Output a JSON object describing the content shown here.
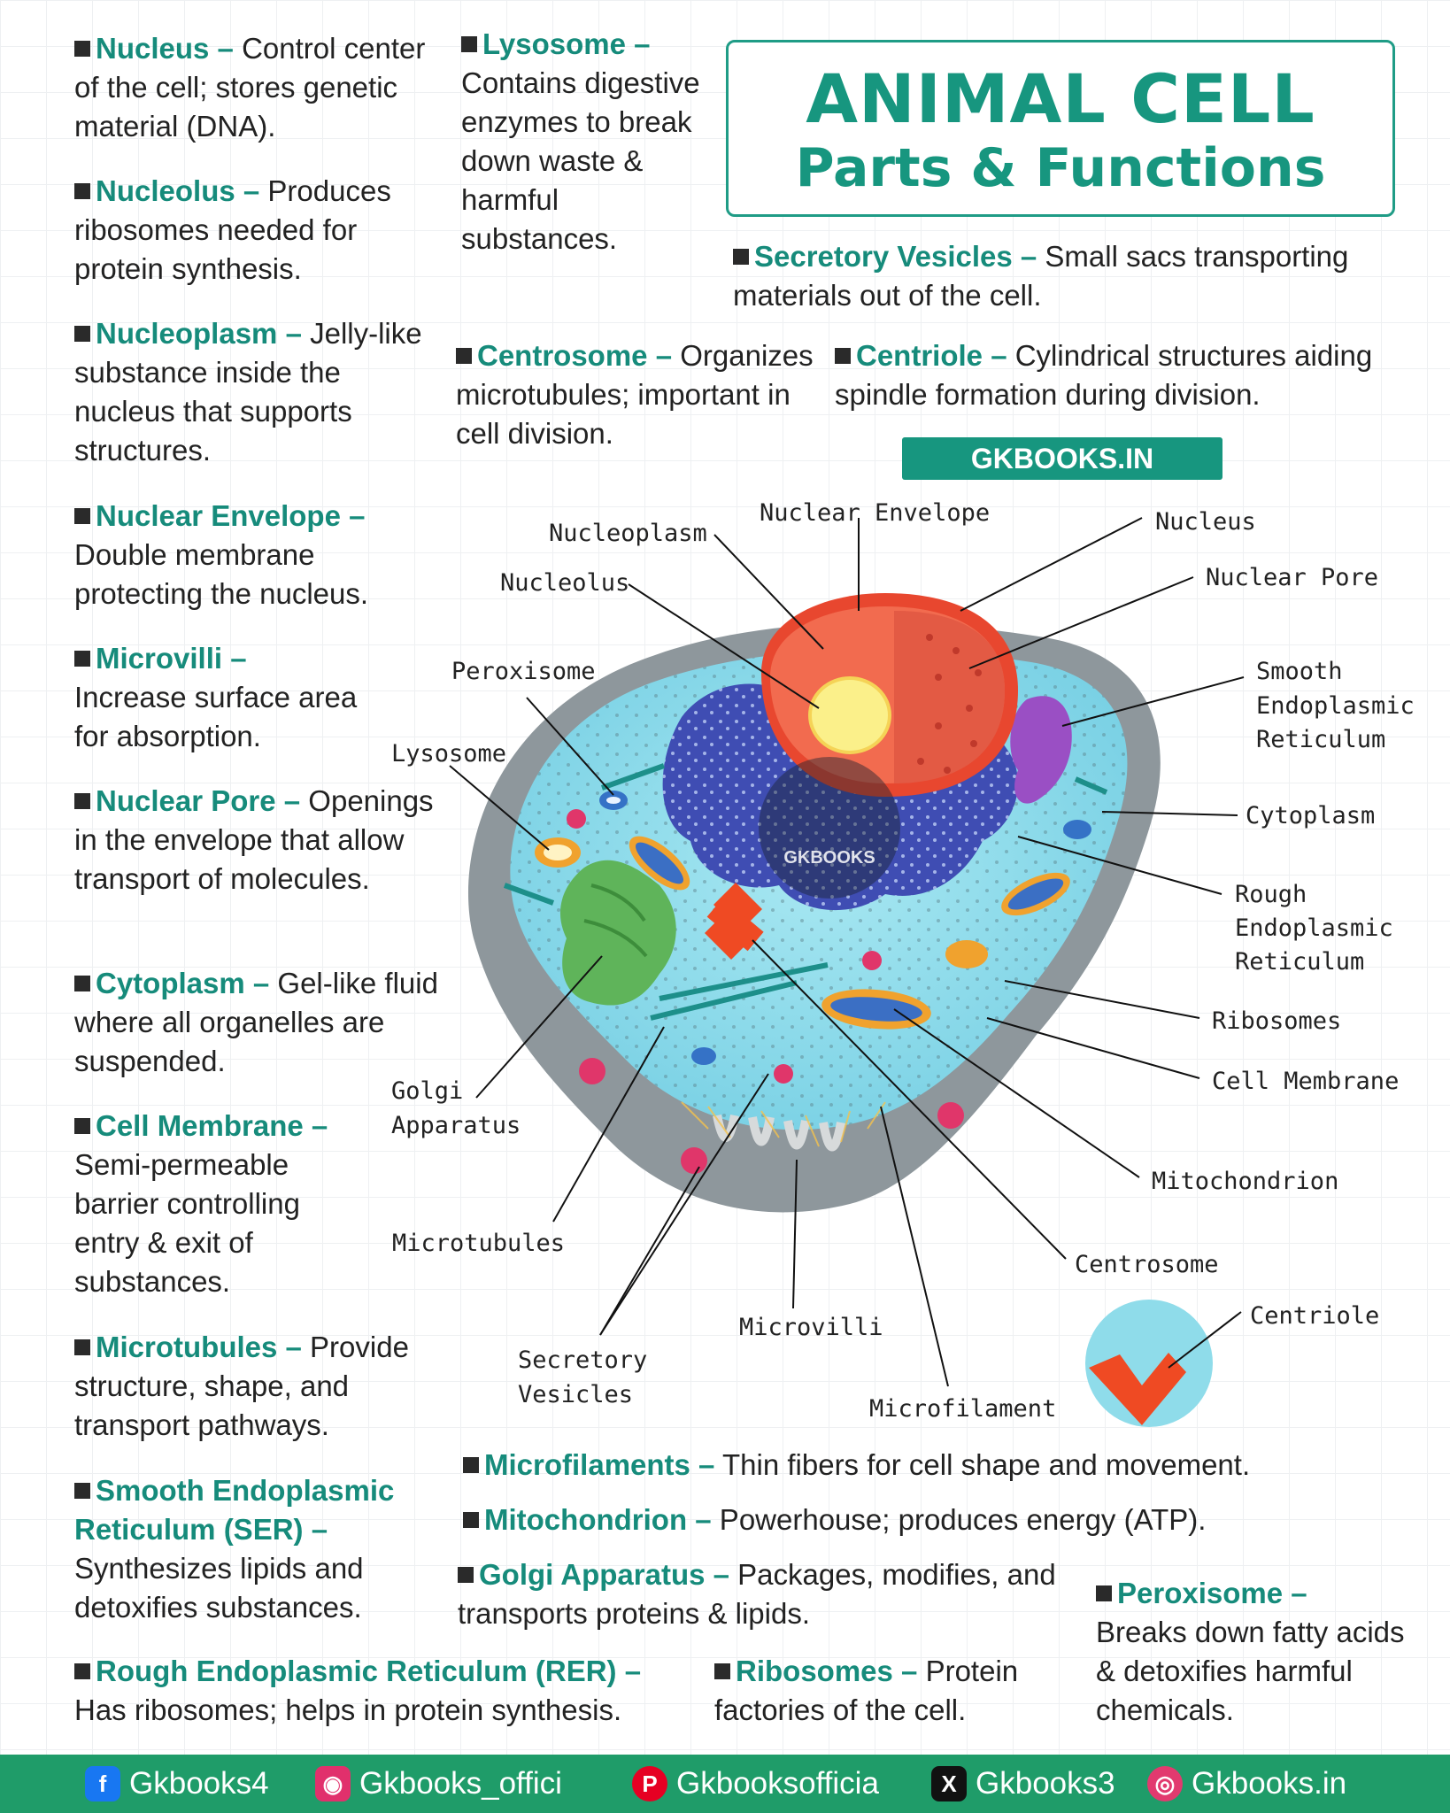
{
  "title": {
    "line1": "ANIMAL CELL",
    "line2": "Parts & Functions"
  },
  "site_badge": "GKBOOKS.IN",
  "watermark": "GKBOOKS",
  "definitions": [
    {
      "term": "Nucleus –",
      "desc": " Control center of the cell; stores genetic material (DNA)."
    },
    {
      "term": "Nucleolus –",
      "desc": " Produces ribosomes needed for protein synthesis."
    },
    {
      "term": "Nucleoplasm –",
      "desc": " Jelly-like substance inside the nucleus that supports structures."
    },
    {
      "term": "Nuclear Envelope –",
      "desc": " Double membrane protecting the nucleus."
    },
    {
      "term": "Microvilli –",
      "desc": " Increase surface area for absorption."
    },
    {
      "term": "Nuclear Pore –",
      "desc": " Openings in the envelope that allow transport of molecules."
    },
    {
      "term": "Cytoplasm –",
      "desc": " Gel-like fluid where all organelles are suspended."
    },
    {
      "term": "Cell Membrane –",
      "desc": " Semi-permeable barrier controlling entry & exit of substances."
    },
    {
      "term": "Microtubules –",
      "desc": " Provide structure, shape, and transport pathways."
    },
    {
      "term": "Smooth Endoplasmic Reticulum (SER) –",
      "desc": " Synthesizes lipids and detoxifies substances."
    },
    {
      "term": "Rough Endoplasmic Reticulum (RER) –",
      "desc": " Has ribosomes; helps in protein synthesis."
    },
    {
      "term": "Lysosome –",
      "desc": " Contains digestive enzymes to break down waste & harmful substances."
    },
    {
      "term": "Secretory Vesicles –",
      "desc": " Small sacs transporting materials out of the cell."
    },
    {
      "term": "Centrosome –",
      "desc": " Organizes microtubules; important in cell division."
    },
    {
      "term": "Centriole –",
      "desc": " Cylindrical structures aiding spindle formation during division."
    },
    {
      "term": "Microfilaments –",
      "desc": " Thin fibers for cell shape and movement."
    },
    {
      "term": "Mitochondrion –",
      "desc": " Powerhouse; produces energy (ATP)."
    },
    {
      "term": "Golgi Apparatus –",
      "desc": " Packages, modifies, and transports proteins & lipids."
    },
    {
      "term": "Ribosomes –",
      "desc": " Protein factories of the cell."
    },
    {
      "term": "Peroxisome –",
      "desc": " Breaks down fatty acids & detoxifies harmful chemicals."
    }
  ],
  "diagram_labels": {
    "nucleoplasm": "Nucleoplasm",
    "nuclear_envelope": "Nuclear Envelope",
    "nucleus": "Nucleus",
    "nucleolus": "Nucleolus",
    "nuclear_pore": "Nuclear Pore",
    "peroxisome": "Peroxisome",
    "ser": [
      "Smooth",
      "Endoplasmic",
      "Reticulum"
    ],
    "lysosome": "Lysosome",
    "cytoplasm": "Cytoplasm",
    "rer": [
      "Rough",
      "Endoplasmic",
      "Reticulum"
    ],
    "ribosomes": "Ribosomes",
    "cell_membrane": "Cell Membrane",
    "golgi": [
      "Golgi",
      "Apparatus"
    ],
    "mitochondrion": "Mitochondrion",
    "microtubules": "Microtubules",
    "centrosome": "Centrosome",
    "centriole": "Centriole",
    "microvilli": "Microvilli",
    "secretory_vesicles": [
      "Secretory",
      "Vesicles"
    ],
    "microfilament": "Microfilament"
  },
  "footer": [
    {
      "icon": "facebook-icon",
      "text": "Gkbooks4"
    },
    {
      "icon": "instagram-icon",
      "text": "Gkbooks_offici"
    },
    {
      "icon": "pinterest-icon",
      "text": "Gkbooksofficia"
    },
    {
      "icon": "x-icon",
      "text": "Gkbooks3"
    },
    {
      "icon": "globe-icon",
      "text": "Gkbooks.in"
    }
  ],
  "colors": {
    "accent": "#17967f",
    "footer": "#1f9c69",
    "cytoplasm": "#8fdcea",
    "membrane": "#8e979c",
    "nucleus": "#f26b4f",
    "nucleolus": "#fbf08a",
    "er": "#3f4db3",
    "golgi": "#5fb45a",
    "ser": "#9a4fc4",
    "centrosome": "#ef4a23"
  }
}
